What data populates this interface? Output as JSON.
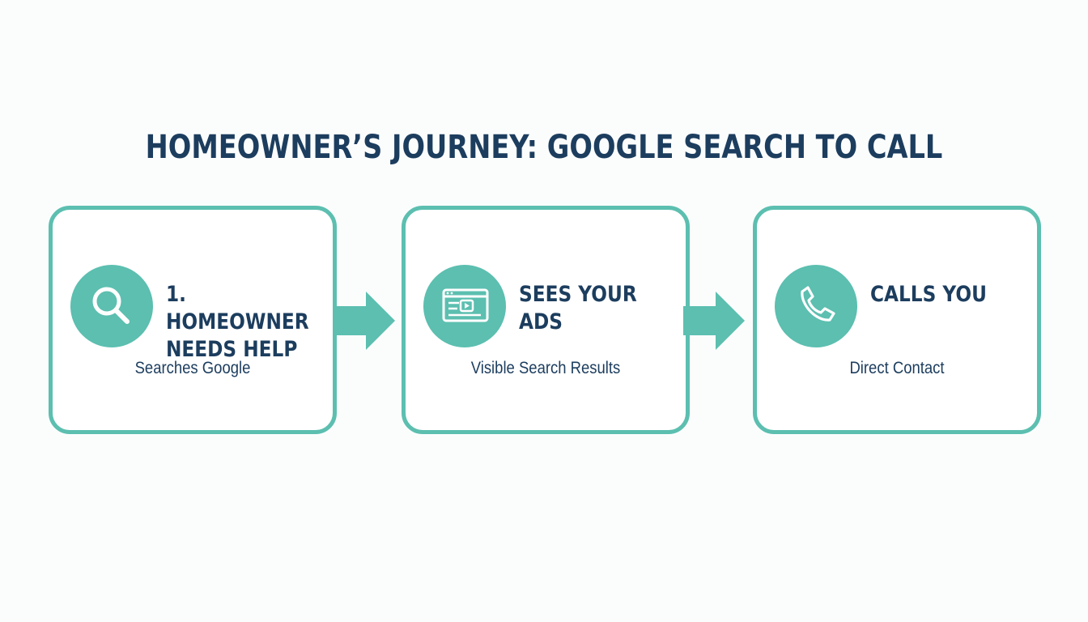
{
  "title": "HOMEOWNER’S JOURNEY: GOOGLE SEARCH TO CALL",
  "colors": {
    "accent": "#5cbfb0",
    "text": "#1c3d5e",
    "background": "#fbfdfd"
  },
  "steps": [
    {
      "icon": "search-icon",
      "heading": "1. HOMEOWNER\nNEEDS HELP",
      "subtitle": "Searches Google"
    },
    {
      "icon": "browser-video-icon",
      "heading": "SEES YOUR\nADS",
      "subtitle": "Visible Search Results"
    },
    {
      "icon": "phone-icon",
      "heading": "CALLS YOU",
      "subtitle": "Direct Contact"
    }
  ]
}
